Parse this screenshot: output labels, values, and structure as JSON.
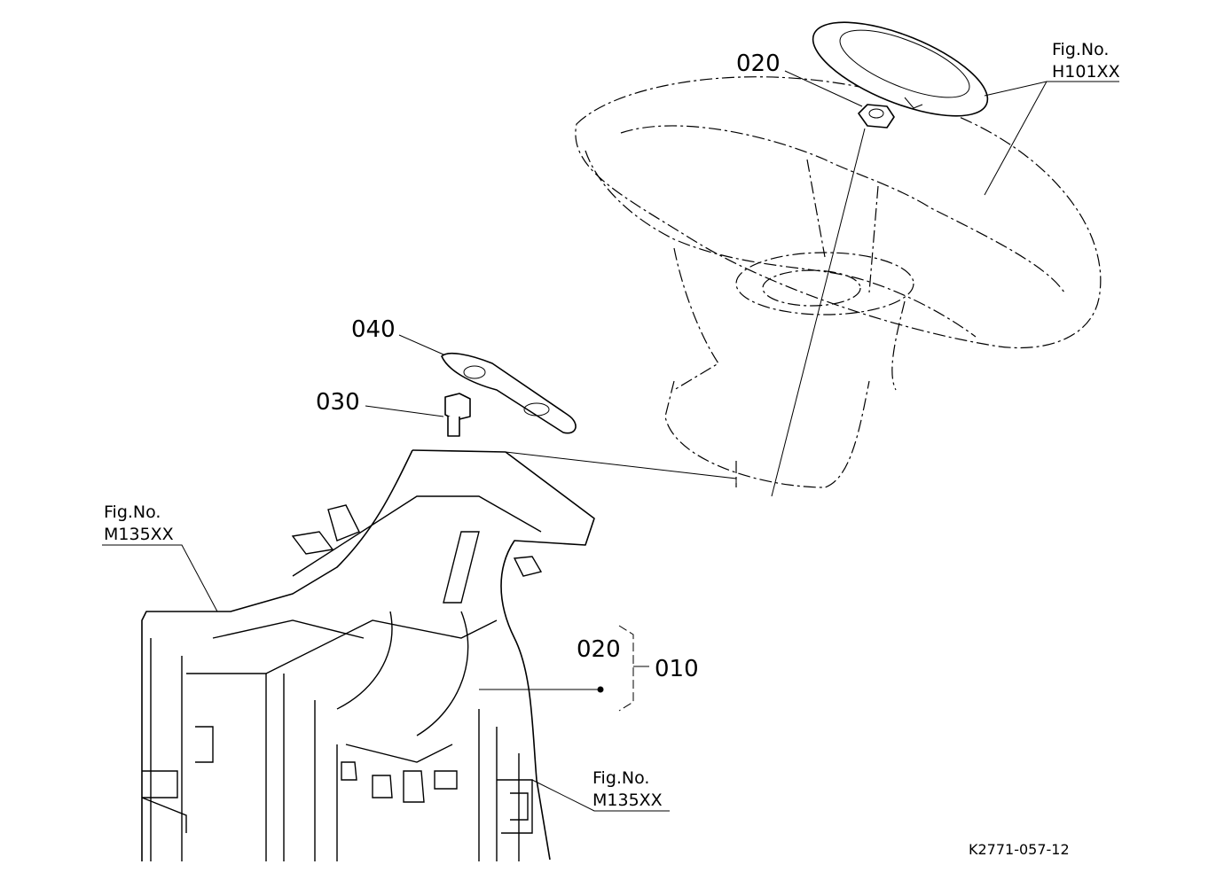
{
  "labels": {
    "part_020_top": "020",
    "part_040": "040",
    "part_030": "030",
    "part_020_group": "020",
    "part_010": "010"
  },
  "figure_refs": {
    "top_right": {
      "title": "Fig.No.",
      "code": "H101XX"
    },
    "left": {
      "title": "Fig.No.",
      "code": "M135XX"
    },
    "bottom_right": {
      "title": "Fig.No.",
      "code": "M135XX"
    }
  },
  "drawing_code": "K2771-057-12"
}
